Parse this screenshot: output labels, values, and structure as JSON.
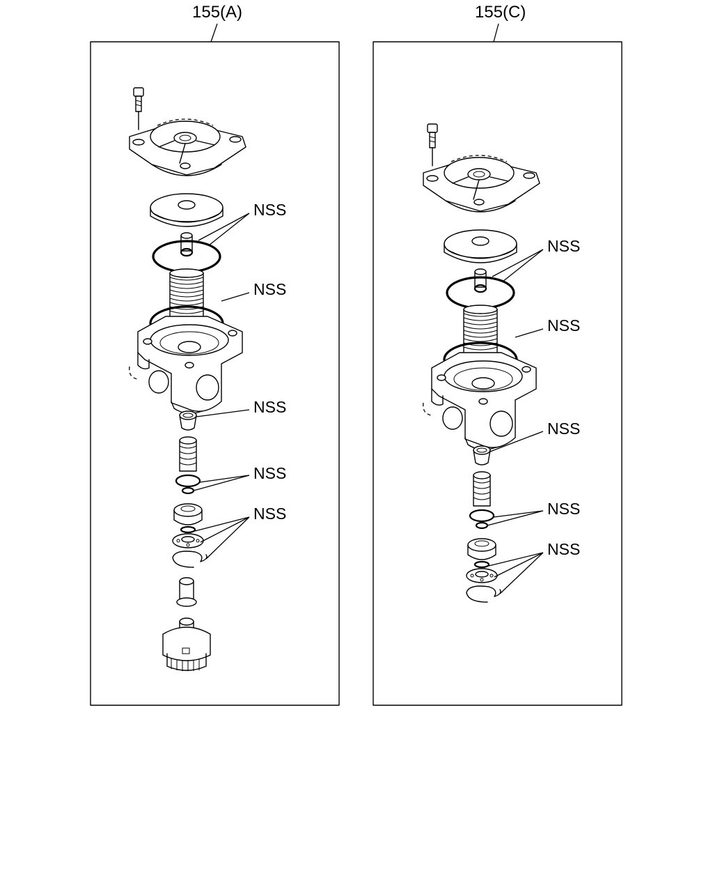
{
  "panels": [
    {
      "title": "155(A)",
      "callouts": [
        "NSS",
        "NSS",
        "NSS",
        "NSS",
        "NSS"
      ]
    },
    {
      "title": "155(C)",
      "callouts": [
        "NSS",
        "NSS",
        "NSS",
        "NSS",
        "NSS"
      ]
    }
  ]
}
